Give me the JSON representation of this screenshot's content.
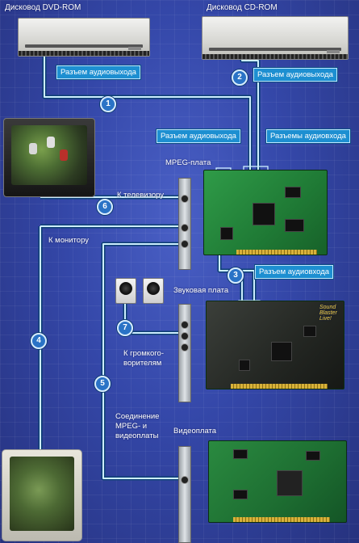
{
  "labels": {
    "dvd_drive": "Дисковод DVD-ROM",
    "cd_drive": "Дисковод CD-ROM",
    "dvd_audio_out": "Разъем аудиовыхода",
    "cd_audio_out": "Разъем аудиовыхода",
    "mpeg_audio_out": "Разъем аудиовыхода",
    "mpeg_audio_in": "Разъемы аудиовхода",
    "mpeg_card": "MPEG-плата",
    "to_tv": "К телевизору",
    "to_monitor": "К монитору",
    "sound_audio_in": "Разъем аудиовхода",
    "sound_card": "Звуковая плата",
    "to_speakers": "К громкого-\nворителям",
    "mpeg_video_link": "Соединение\nMPEG- и\nвидеоплаты",
    "video_card": "Видеоплата",
    "sound_brand": "Sound\nBlaster\nLive!"
  },
  "markers": [
    "1",
    "2",
    "3",
    "4",
    "5",
    "6",
    "7"
  ],
  "colors": {
    "background": "#3447a8",
    "cable": "#bfe6ff",
    "label_box": "#1d8fd1"
  }
}
